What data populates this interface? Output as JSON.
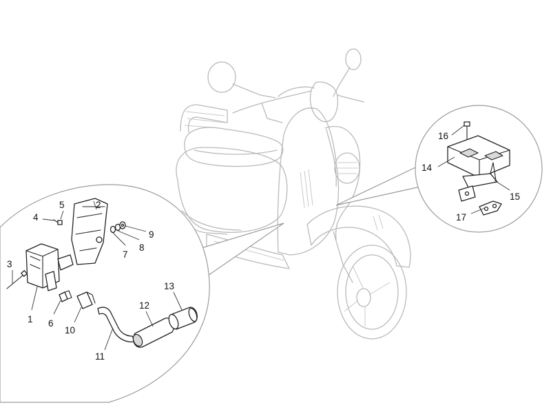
{
  "callouts": [
    {
      "id": "c1",
      "label": "1"
    },
    {
      "id": "c2",
      "label": "2"
    },
    {
      "id": "c3",
      "label": "3"
    },
    {
      "id": "c4",
      "label": "4"
    },
    {
      "id": "c5",
      "label": "5"
    },
    {
      "id": "c6",
      "label": "6"
    },
    {
      "id": "c7",
      "label": "7"
    },
    {
      "id": "c8",
      "label": "8"
    },
    {
      "id": "c9",
      "label": "9"
    },
    {
      "id": "c10",
      "label": "10"
    },
    {
      "id": "c11",
      "label": "11"
    },
    {
      "id": "c12",
      "label": "12"
    },
    {
      "id": "c13",
      "label": "13"
    },
    {
      "id": "c14",
      "label": "14"
    },
    {
      "id": "c15",
      "label": "15"
    },
    {
      "id": "c16",
      "label": "16"
    },
    {
      "id": "c17",
      "label": "17"
    }
  ],
  "colors": {
    "background": "#ffffff",
    "scooter_outline": "#b9b9b9",
    "part_outline": "#222222",
    "zone_outline": "#9a9a9a",
    "label": "#111111"
  }
}
